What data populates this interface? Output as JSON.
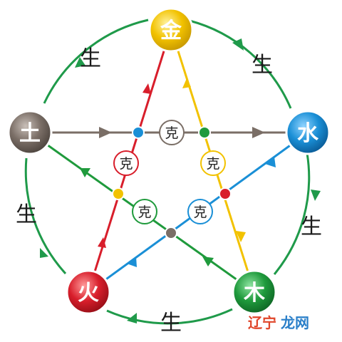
{
  "elements": {
    "metal": {
      "label": "金",
      "color": "#f2c200"
    },
    "water": {
      "label": "水",
      "color": "#1a8fd6"
    },
    "wood": {
      "label": "木",
      "color": "#1f9a3c"
    },
    "fire": {
      "label": "火",
      "color": "#d81e2b"
    },
    "earth": {
      "label": "土",
      "color": "#7a6e66"
    }
  },
  "generation_label": "生",
  "control_label": "克",
  "colors": {
    "generation_cycle": "#1f9a4a",
    "metal_to_wood": "#f2c200",
    "wood_to_earth": "#1f9a3c",
    "earth_to_water": "#7a6e66",
    "water_to_fire": "#1a8fd6",
    "fire_to_metal": "#d81e2b"
  },
  "watermark": {
    "part1": "辽宁",
    "part2": "龙网"
  }
}
